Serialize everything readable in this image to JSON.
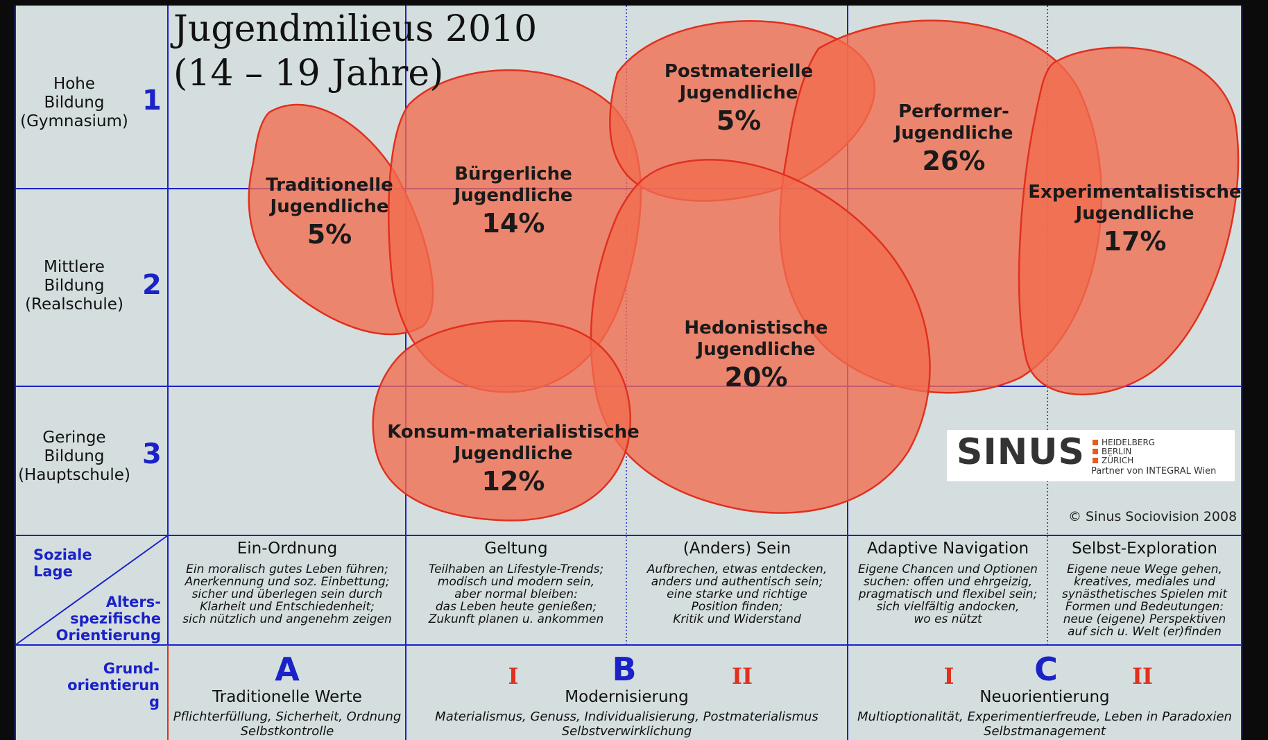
{
  "title": {
    "line1": "Jugendmilieus 2010",
    "line2": "(14 – 19 Jahre)"
  },
  "rows": [
    {
      "label_lines": [
        "Hohe",
        "Bildung",
        "(Gymnasium)"
      ],
      "number": "1"
    },
    {
      "label_lines": [
        "Mittlere",
        "Bildung",
        "(Realschule)"
      ],
      "number": "2"
    },
    {
      "label_lines": [
        "Geringe",
        "Bildung",
        "(Hauptschule)"
      ],
      "number": "3"
    }
  ],
  "milieus": [
    {
      "name_lines": [
        "Traditionelle",
        "Jugendliche"
      ],
      "percent": "5%"
    },
    {
      "name_lines": [
        "Bürgerliche",
        "Jugendliche"
      ],
      "percent": "14%"
    },
    {
      "name_lines": [
        "Postmaterielle",
        "Jugendliche"
      ],
      "percent": "5%"
    },
    {
      "name_lines": [
        "Performer-",
        "Jugendliche"
      ],
      "percent": "26%"
    },
    {
      "name_lines": [
        "Experimentalistische",
        "Jugendliche"
      ],
      "percent": "17%"
    },
    {
      "name_lines": [
        "Hedonistische",
        "Jugendliche"
      ],
      "percent": "20%"
    },
    {
      "name_lines": [
        "Konsum-materialistische",
        "Jugendliche"
      ],
      "percent": "12%"
    }
  ],
  "logo": {
    "word": "SINUS",
    "cities": [
      "HEIDELBERG",
      "BERLIN",
      "ZÜRICH"
    ],
    "partner": "Partner von INTEGRAL Wien"
  },
  "copyright": "© Sinus Sociovision 2008",
  "corner_header": {
    "top_lines": [
      "Soziale",
      "Lage"
    ],
    "bottom_lines": [
      "Alters-",
      "spezifische",
      "Orientierung"
    ]
  },
  "orientations": [
    {
      "title": "Ein-Ordnung",
      "lines": [
        "Ein moralisch gutes Leben führen;",
        "Anerkennung und soz. Einbettung;",
        "sicher und überlegen sein durch",
        "Klarheit und Entschiedenheit;",
        "sich nützlich und angenehm zeigen"
      ]
    },
    {
      "title": "Geltung",
      "lines": [
        "Teilhaben an Lifestyle-Trends;",
        "modisch und modern sein,",
        "aber normal bleiben:",
        "das Leben heute genießen;",
        "Zukunft planen u. ankommen"
      ]
    },
    {
      "title": "(Anders) Sein",
      "lines": [
        "Aufbrechen, etwas entdecken,",
        "anders und authentisch sein;",
        "eine starke und richtige",
        "Position finden;",
        "Kritik und Widerstand"
      ]
    },
    {
      "title": "Adaptive Navigation",
      "lines": [
        "Eigene Chancen und Optionen",
        "suchen: offen und ehrgeizig,",
        "pragmatisch und flexibel sein;",
        "sich vielfältig andocken,",
        "wo es nützt"
      ]
    },
    {
      "title": "Selbst-Exploration",
      "lines": [
        "Eigene neue Wege gehen,",
        "kreatives, mediales und",
        "synästhetisches Spielen mit",
        "Formen und Bedeutungen:",
        "neue (eigene) Perspektiven",
        "auf sich u. Welt (er)finden"
      ]
    }
  ],
  "grund": {
    "label_lines": [
      "Grund-",
      "orientierun",
      "g"
    ],
    "groups": [
      {
        "letter": "A",
        "name": "Traditionelle Werte",
        "sub1": "Pflichterfüllung, Sicherheit, Ordnung",
        "sub2": "Selbstkontrolle",
        "roman_left": "",
        "roman_right": ""
      },
      {
        "letter": "B",
        "name": "Modernisierung",
        "sub1": "Materialismus, Genuss, Individualisierung, Postmaterialismus",
        "sub2": "Selbstverwirklichung",
        "roman_left": "I",
        "roman_right": "II"
      },
      {
        "letter": "C",
        "name": "Neuorientierung",
        "sub1": "Multioptionalität, Experimentierfreude, Leben in Paradoxien",
        "sub2": "Selbstmanagement",
        "roman_left": "I",
        "roman_right": "II"
      }
    ]
  },
  "colors": {
    "panel": "#d5dede",
    "grid_line": "#1a22c8",
    "bubble_fill": "#f26b4e",
    "bubble_stroke": "#e0301e",
    "accent_red": "#e0301e",
    "accent_blue": "#1a22c8"
  }
}
